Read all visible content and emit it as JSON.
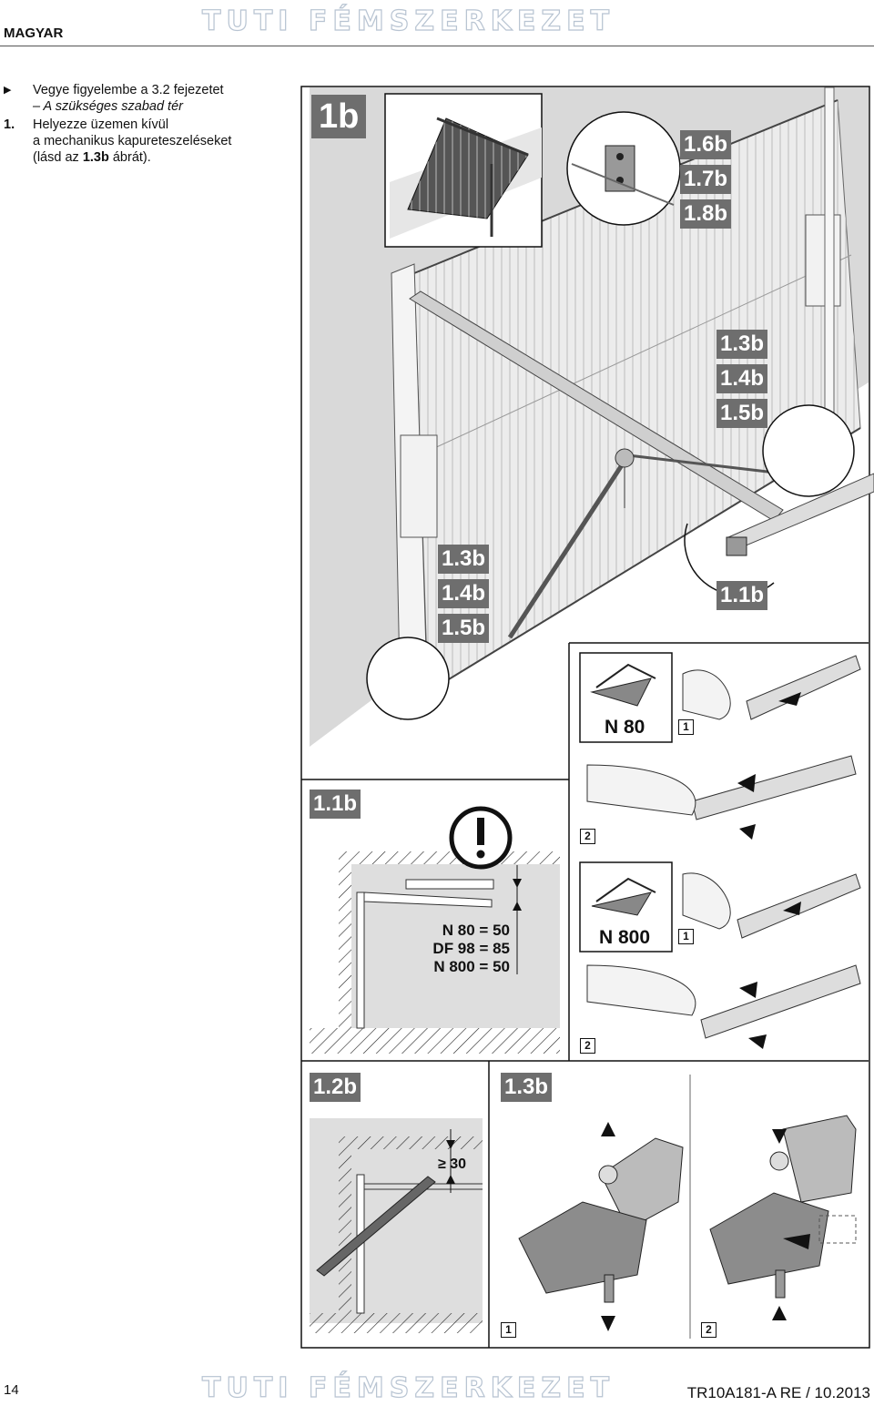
{
  "header": {
    "language": "MAGYAR",
    "brand": "TUTI FÉMSZERKEZET"
  },
  "instructions": {
    "bullet_line1": "Vegye figyelembe a 3.2 fejezetet",
    "bullet_line2": "– A szükséges szabad tér",
    "step_number": "1.",
    "step_line1": "Helyezze üzemen kívül",
    "step_line2": "a mechanikus kapureteszeléseket",
    "step_line3_pre": "(lásd az ",
    "step_line3_bold": "1.3b",
    "step_line3_post": " ábrát)."
  },
  "figure": {
    "main_label": "1b",
    "callout_top": [
      "1.6b",
      "1.7b",
      "1.8b"
    ],
    "callout_right": [
      "1.3b",
      "1.4b",
      "1.5b"
    ],
    "callout_left": [
      "1.3b",
      "1.4b",
      "1.5b"
    ],
    "callout_rail": "1.1b"
  },
  "panel_11b": {
    "label": "1.1b",
    "n80": "N 80",
    "n800": "N 800",
    "step1": "1",
    "step2": "2",
    "measure_line1": "N 80 = 50",
    "measure_line2": "DF 98 = 85",
    "measure_line3": "N 800 = 50"
  },
  "panel_12b": {
    "label": "1.2b",
    "measure": "≥ 30"
  },
  "panel_13b": {
    "label": "1.3b",
    "step1": "1",
    "step2": "2"
  },
  "footer": {
    "page": "14",
    "doc": "TR10A181-A  RE / 10.2013",
    "brand": "TUTI FÉMSZERKEZET"
  },
  "colors": {
    "label_bg": "#6e6e6e",
    "wall": "#dcdcdc",
    "door": "#e8e8e8",
    "accent_lines": "#111111"
  }
}
